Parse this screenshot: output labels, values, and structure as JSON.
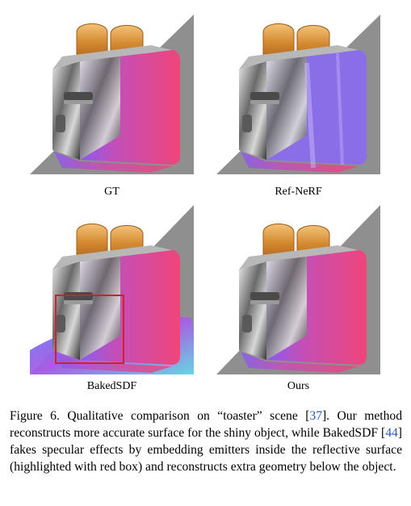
{
  "panels": [
    {
      "label": "GT",
      "variant": "gt"
    },
    {
      "label": "Ref-NeRF",
      "variant": "refnerf"
    },
    {
      "label": "BakedSDF",
      "variant": "bakedsdf"
    },
    {
      "label": "Ours",
      "variant": "ours"
    }
  ],
  "caption": {
    "figure_label": "Figure 6.",
    "text_1": "Qualitative comparison on “toaster” scene [",
    "ref_1": "37",
    "text_2": "]. Our method reconstructs more accurate surface for the shiny object, while BakedSDF [",
    "ref_2": "44",
    "text_3": "] fakes specular effects by embedding emitters inside the reflective surface (highlighted with red box) and reconstructs extra geometry below the object."
  },
  "colors": {
    "background_gray": "#8f8f8f",
    "normal_pink": "#f0457a",
    "normal_purple": "#8a5cf0",
    "highlight_box": "#d0202a",
    "citation": "#2b58b8"
  }
}
